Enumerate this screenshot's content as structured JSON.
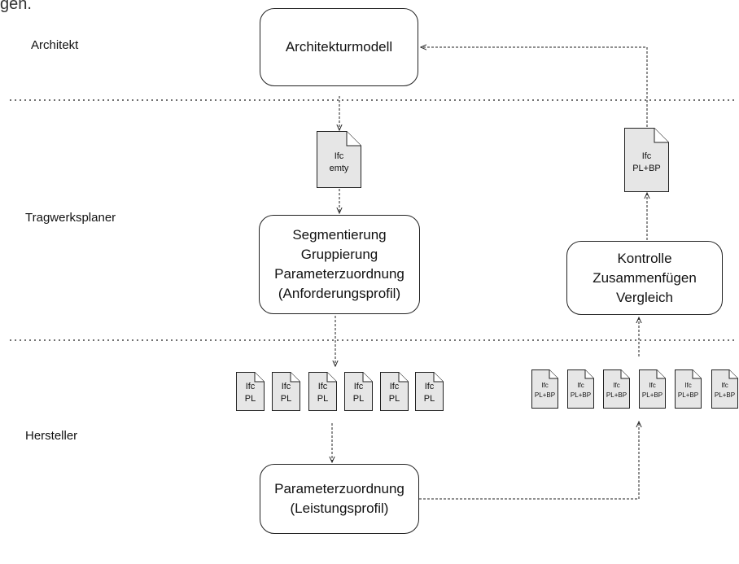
{
  "header_fragment": "gen.",
  "lanes": {
    "architekt": "Architekt",
    "tragwerksplaner": "Tragwerksplaner",
    "hersteller": "Hersteller"
  },
  "boxes": {
    "architekturmodell": [
      "Architekturmodell"
    ],
    "segmentierung": [
      "Segmentierung",
      "Gruppierung",
      "Parameterzuordnung",
      "(Anforderungsprofil)"
    ],
    "kontrolle": [
      "Kontrolle",
      "Zusammenfügen",
      "Vergleich"
    ],
    "parameterzuordnung": [
      "Parameterzuordnung",
      "(Leistungsprofil)"
    ]
  },
  "documents": {
    "ifc_empty": [
      "Ifc",
      "emty"
    ],
    "ifc_return": [
      "Ifc",
      "PL+BP"
    ],
    "pl_files": [
      [
        "Ifc",
        "PL"
      ],
      [
        "Ifc",
        "PL"
      ],
      [
        "Ifc",
        "PL"
      ],
      [
        "Ifc",
        "PL"
      ],
      [
        "Ifc",
        "PL"
      ],
      [
        "Ifc",
        "PL"
      ]
    ],
    "plbp_files": [
      [
        "Ifc",
        "PL+BP"
      ],
      [
        "Ifc",
        "PL+BP"
      ],
      [
        "Ifc",
        "PL+BP"
      ],
      [
        "Ifc",
        "PL+BP"
      ],
      [
        "Ifc",
        "PL+BP"
      ],
      [
        "Ifc",
        "PL+BP"
      ]
    ]
  },
  "colors": {
    "line": "#222222",
    "doc_fill": "#e6e6e6",
    "box_border": "#222222"
  }
}
